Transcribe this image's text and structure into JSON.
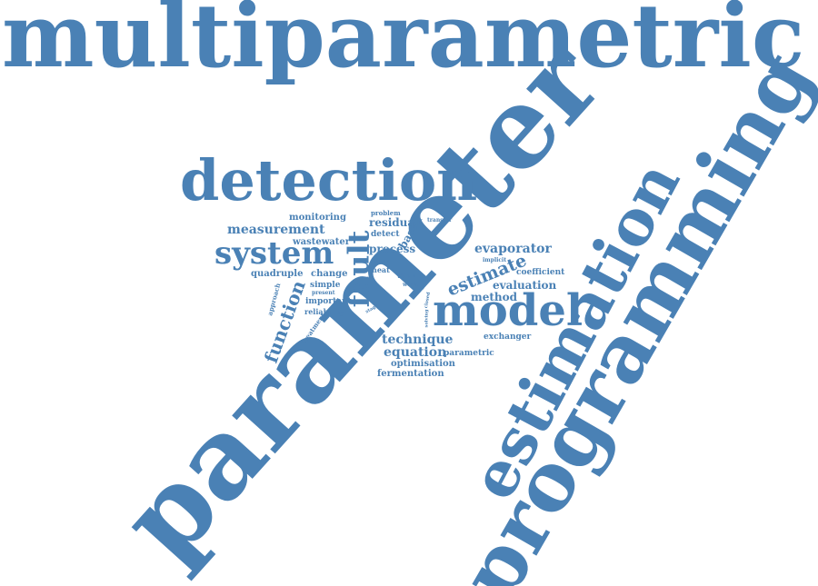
{
  "cloud": {
    "color": "#4a81b5",
    "background": "#ffffff",
    "words": [
      {
        "text": "multiparametric",
        "weight": 100
      },
      {
        "text": "parameter",
        "weight": 98
      },
      {
        "text": "programming",
        "weight": 80
      },
      {
        "text": "estimation",
        "weight": 72
      },
      {
        "text": "detection",
        "weight": 58
      },
      {
        "text": "model",
        "weight": 45
      },
      {
        "text": "system",
        "weight": 32
      },
      {
        "text": "fault",
        "weight": 30
      },
      {
        "text": "function",
        "weight": 20
      },
      {
        "text": "estimate",
        "weight": 17
      },
      {
        "text": "measurement",
        "weight": 13
      },
      {
        "text": "evaporator",
        "weight": 12
      },
      {
        "text": "technique",
        "weight": 12
      },
      {
        "text": "equation",
        "weight": 12
      },
      {
        "text": "process",
        "weight": 11
      },
      {
        "text": "based",
        "weight": 10
      },
      {
        "text": "evaluation",
        "weight": 9
      },
      {
        "text": "method",
        "weight": 9
      },
      {
        "text": "residual",
        "weight": 9
      },
      {
        "text": "monitoring",
        "weight": 8
      },
      {
        "text": "wastewater",
        "weight": 8
      },
      {
        "text": "quadruple",
        "weight": 8
      },
      {
        "text": "change",
        "weight": 8
      },
      {
        "text": "coefficient",
        "weight": 7
      },
      {
        "text": "exchanger",
        "weight": 7
      },
      {
        "text": "parametric",
        "weight": 7
      },
      {
        "text": "optimisation",
        "weight": 7
      },
      {
        "text": "fermentation",
        "weight": 7
      },
      {
        "text": "simple",
        "weight": 7
      },
      {
        "text": "important",
        "weight": 7
      },
      {
        "text": "reliability",
        "weight": 7
      },
      {
        "text": "detect",
        "weight": 7
      },
      {
        "text": "problem",
        "weight": 6
      },
      {
        "text": "heat",
        "weight": 6
      },
      {
        "text": "tank",
        "weight": 6
      },
      {
        "text": "implicit",
        "weight": 5
      },
      {
        "text": "transfer",
        "weight": 5
      },
      {
        "text": "approach",
        "weight": 5
      },
      {
        "text": "treatment",
        "weight": 5
      },
      {
        "text": "present",
        "weight": 5
      },
      {
        "text": "work",
        "weight": 5
      },
      {
        "text": "safety",
        "weight": 4
      },
      {
        "text": "single",
        "weight": 4
      },
      {
        "text": "stage",
        "weight": 4
      },
      {
        "text": "solving",
        "weight": 4
      },
      {
        "text": "closed",
        "weight": 4
      }
    ]
  }
}
